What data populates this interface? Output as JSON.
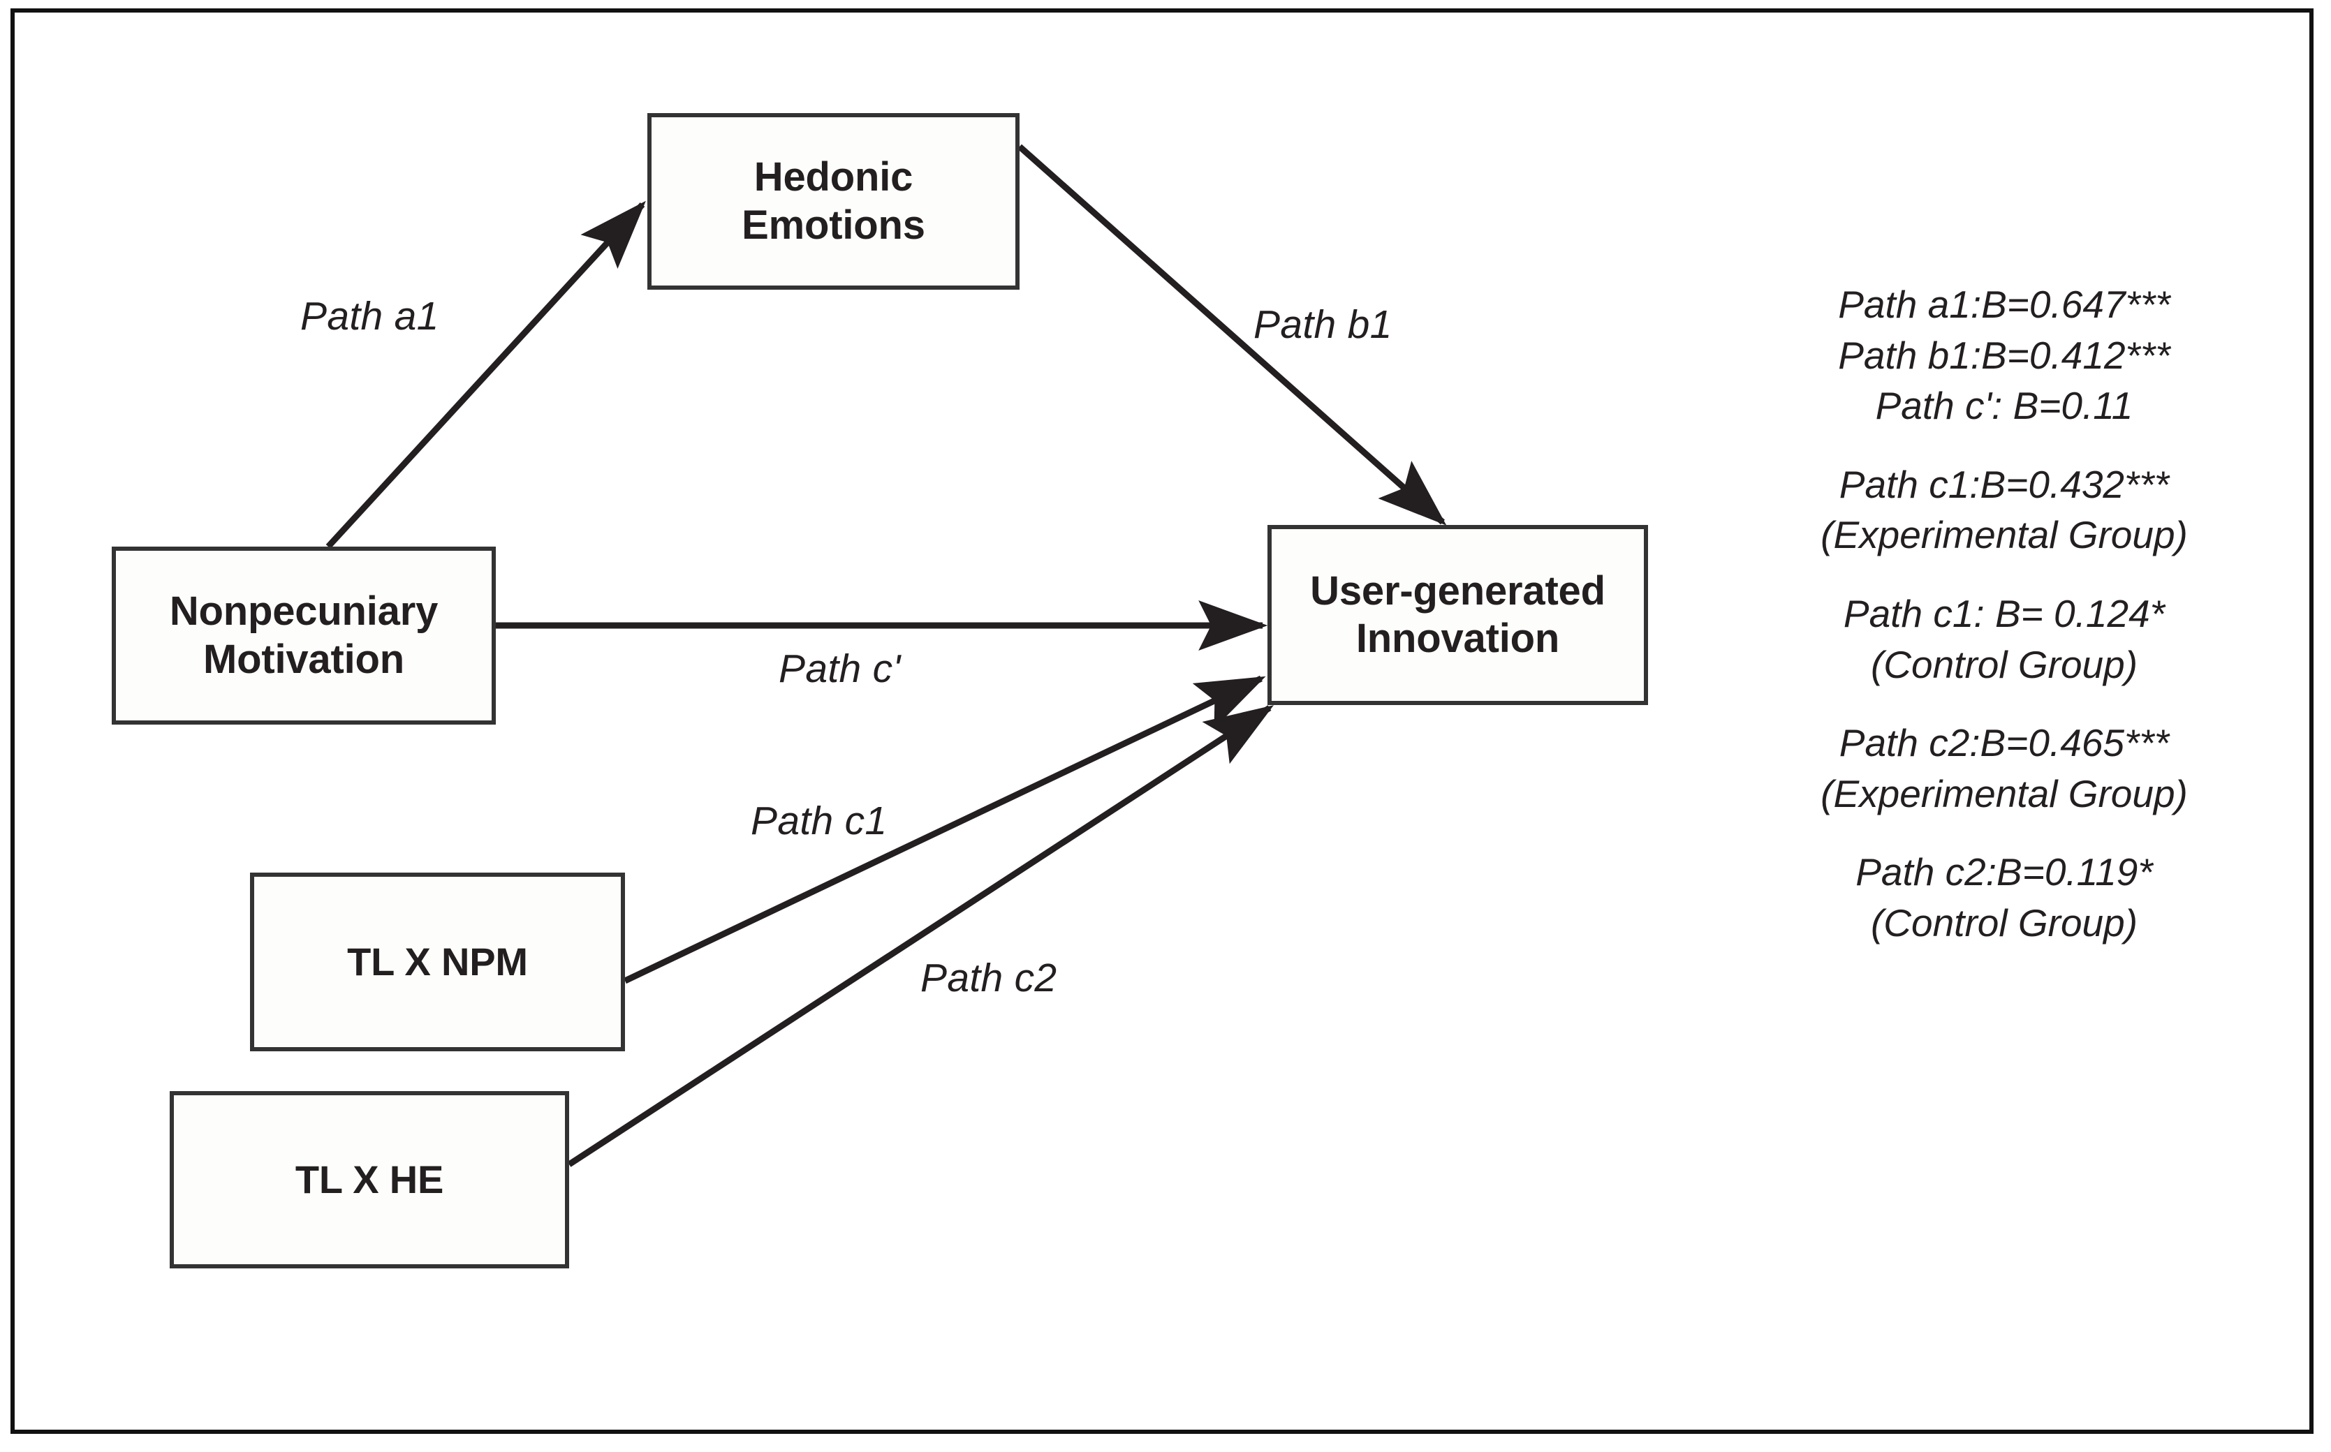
{
  "diagram": {
    "title": "Mediation and moderation path model",
    "frame": {
      "border_color": "#111111"
    },
    "node_border_color": "#333333",
    "text_color": "#231f20",
    "nodes": [
      {
        "id": "hedonic",
        "label": "Hedonic\nEmotions"
      },
      {
        "id": "nonpec",
        "label": "Nonpecuniary\nMotivation"
      },
      {
        "id": "innov",
        "label": "User-generated\nInnovation"
      },
      {
        "id": "tlnpm",
        "label": "TL X NPM"
      },
      {
        "id": "tlhe",
        "label": "TL X HE"
      }
    ],
    "node_labels": {
      "hedonic_line1": "Hedonic",
      "hedonic_line2": "Emotions",
      "nonpec_line1": "Nonpecuniary",
      "nonpec_line2": "Motivation",
      "innov_line1": "User-generated",
      "innov_line2": "Innovation",
      "tlnpm": "TL X NPM",
      "tlhe": "TL X HE"
    },
    "edges": [
      {
        "id": "a1",
        "label": "Path a1",
        "from": "nonpec",
        "to": "hedonic"
      },
      {
        "id": "b1",
        "label": "Path b1",
        "from": "hedonic",
        "to": "innov"
      },
      {
        "id": "cp",
        "label": "Path c'",
        "from": "nonpec",
        "to": "innov"
      },
      {
        "id": "c1",
        "label": "Path c1",
        "from": "tlnpm",
        "to": "innov"
      },
      {
        "id": "c2",
        "label": "Path c2",
        "from": "tlhe",
        "to": "innov"
      }
    ],
    "edge_labels": {
      "a1": "Path a1",
      "b1": "Path b1",
      "cp": "Path c'",
      "c1": "Path c1",
      "c2": "Path c2"
    },
    "legend": [
      {
        "id": "group-1",
        "lines": [
          "Path a1:B=0.647***",
          "Path b1:B=0.412***",
          "Path c': B=0.11"
        ]
      },
      {
        "id": "group-2",
        "lines": [
          "Path c1:B=0.432***",
          "(Experimental Group)"
        ]
      },
      {
        "id": "group-3",
        "lines": [
          "Path c1: B= 0.124*",
          "(Control Group)"
        ]
      },
      {
        "id": "group-4",
        "lines": [
          "Path c2:B=0.465***",
          "(Experimental Group)"
        ]
      },
      {
        "id": "group-5",
        "lines": [
          "Path c2:B=0.119*",
          "(Control Group)"
        ]
      }
    ]
  },
  "chart_data": {
    "type": "diagram",
    "title": "Serial mediation / moderation path diagram",
    "nodes": [
      "Nonpecuniary Motivation",
      "Hedonic Emotions",
      "User-generated Innovation",
      "TL X NPM",
      "TL X HE"
    ],
    "paths": [
      {
        "name": "Path a1",
        "source": "Nonpecuniary Motivation",
        "target": "Hedonic Emotions",
        "B": 0.647,
        "significance": "***",
        "group": ""
      },
      {
        "name": "Path b1",
        "source": "Hedonic Emotions",
        "target": "User-generated Innovation",
        "B": 0.412,
        "significance": "***",
        "group": ""
      },
      {
        "name": "Path c'",
        "source": "Nonpecuniary Motivation",
        "target": "User-generated Innovation",
        "B": 0.11,
        "significance": "",
        "group": ""
      },
      {
        "name": "Path c1",
        "source": "TL X NPM",
        "target": "User-generated Innovation",
        "B": 0.432,
        "significance": "***",
        "group": "Experimental Group"
      },
      {
        "name": "Path c1",
        "source": "TL X NPM",
        "target": "User-generated Innovation",
        "B": 0.124,
        "significance": "*",
        "group": "Control Group"
      },
      {
        "name": "Path c2",
        "source": "TL X HE",
        "target": "User-generated Innovation",
        "B": 0.465,
        "significance": "***",
        "group": "Experimental Group"
      },
      {
        "name": "Path c2",
        "source": "TL X HE",
        "target": "User-generated Innovation",
        "B": 0.119,
        "significance": "*",
        "group": "Control Group"
      }
    ]
  }
}
